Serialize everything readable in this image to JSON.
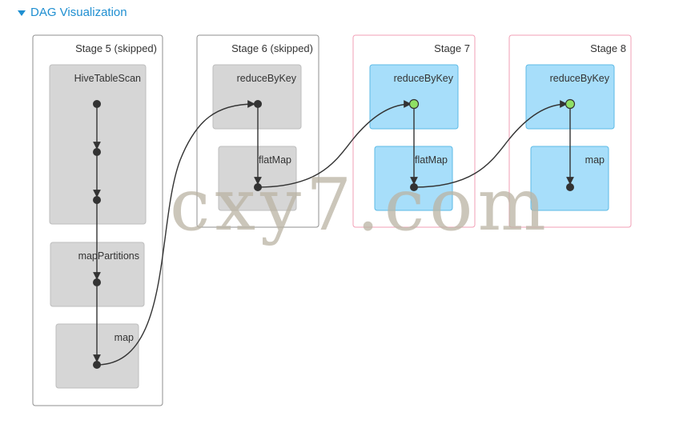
{
  "header": {
    "title": "DAG Visualization",
    "toggle_icon": "caret-down-icon"
  },
  "colors": {
    "header": "#1f8fd1",
    "skipped_stage_border": "#8f8f8f",
    "active_stage_border": "#f29fb6",
    "skipped_node_fill": "#d6d6d6",
    "skipped_node_border": "#bdbdbd",
    "active_node_fill": "#a7defa",
    "active_node_border": "#5cbae6",
    "dot": "#333333",
    "cached_dot": "#8fe065",
    "edge": "#333333"
  },
  "stages": [
    {
      "id": "stage5",
      "label": "Stage 5 (skipped)",
      "status": "skipped",
      "operations": [
        {
          "id": "s5-op1",
          "label": "HiveTableScan"
        },
        {
          "id": "s5-op2",
          "label": "mapPartitions"
        },
        {
          "id": "s5-op3",
          "label": "map"
        }
      ]
    },
    {
      "id": "stage6",
      "label": "Stage 6 (skipped)",
      "status": "skipped",
      "operations": [
        {
          "id": "s6-op1",
          "label": "reduceByKey"
        },
        {
          "id": "s6-op2",
          "label": "flatMap"
        }
      ]
    },
    {
      "id": "stage7",
      "label": "Stage 7",
      "status": "active",
      "operations": [
        {
          "id": "s7-op1",
          "label": "reduceByKey"
        },
        {
          "id": "s7-op2",
          "label": "flatMap"
        }
      ]
    },
    {
      "id": "stage8",
      "label": "Stage 8",
      "status": "active",
      "operations": [
        {
          "id": "s8-op1",
          "label": "reduceByKey"
        },
        {
          "id": "s8-op2",
          "label": "map"
        }
      ]
    }
  ],
  "watermark": "cxy7.com"
}
